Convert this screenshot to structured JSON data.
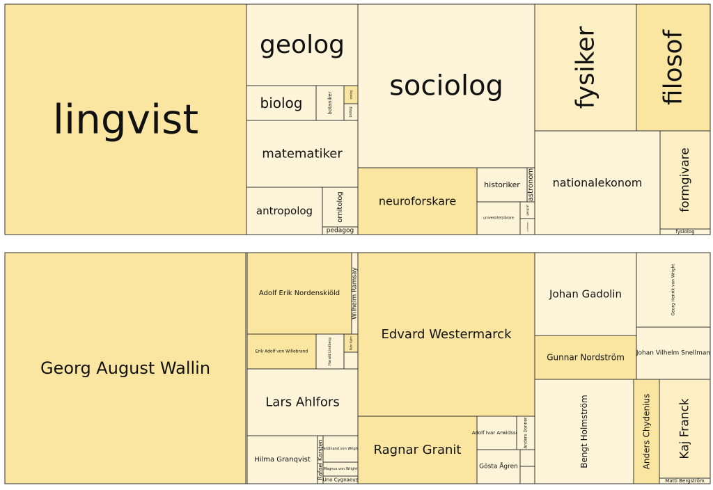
{
  "chart_data": [
    {
      "type": "treemap",
      "colors": {
        "dark": "#fae6a0",
        "mid": "#fcefc4",
        "light": "#fdf4d9",
        "border": "#333333"
      },
      "cells": [
        {
          "label": "lingvist",
          "tone": "dark"
        },
        {
          "label": "geolog",
          "tone": "light"
        },
        {
          "label": "biolog",
          "tone": "light"
        },
        {
          "label": "botaniker",
          "tone": "light"
        },
        {
          "label": "zoolog",
          "tone": "dark"
        },
        {
          "label": "biolog",
          "tone": "light"
        },
        {
          "label": "matematiker",
          "tone": "light"
        },
        {
          "label": "antropolog",
          "tone": "light"
        },
        {
          "label": "ornitolog",
          "tone": "light"
        },
        {
          "label": "pedagog",
          "tone": "light"
        },
        {
          "label": "sociolog",
          "tone": "light"
        },
        {
          "label": "neuroforskare",
          "tone": "dark"
        },
        {
          "label": "historiker",
          "tone": "light"
        },
        {
          "label": "astronom",
          "tone": "light"
        },
        {
          "label": "universitetslärare",
          "tone": "light"
        },
        {
          "label": "geograf",
          "tone": "light"
        },
        {
          "label": "professor",
          "tone": "light"
        },
        {
          "label": "fysiker",
          "tone": "mid"
        },
        {
          "label": "filosof",
          "tone": "dark"
        },
        {
          "label": "nationalekonom",
          "tone": "light"
        },
        {
          "label": "formgivare",
          "tone": "mid"
        },
        {
          "label": "fysiolog",
          "tone": "light"
        }
      ]
    },
    {
      "type": "treemap",
      "colors": {
        "dark": "#fae6a0",
        "mid": "#fcefc4",
        "light": "#fdf4d9",
        "border": "#333333"
      },
      "cells": [
        {
          "label": "Georg August Wallin",
          "tone": "dark"
        },
        {
          "label": "",
          "tone": "light"
        },
        {
          "label": "Adolf Erik Nordenskiöld",
          "tone": "dark"
        },
        {
          "label": "Wilhelm Ramsay",
          "tone": "light"
        },
        {
          "label": "Erik Adolf von Willebrand",
          "tone": "dark"
        },
        {
          "label": "Harald Lindberg",
          "tone": "light"
        },
        {
          "label": "Pehr Kalm",
          "tone": "dark"
        },
        {
          "label": "",
          "tone": "light"
        },
        {
          "label": "Lars Ahlfors",
          "tone": "light"
        },
        {
          "label": "Hilma Granqvist",
          "tone": "light"
        },
        {
          "label": "Rafael Karsten",
          "tone": "light"
        },
        {
          "label": "Ferdinand von Wright",
          "tone": "light"
        },
        {
          "label": "Magnus von Wright",
          "tone": "light"
        },
        {
          "label": "Uno Cygnaeus",
          "tone": "light"
        },
        {
          "label": "Edvard Westermarck",
          "tone": "dark"
        },
        {
          "label": "Ragnar Granit",
          "tone": "dark"
        },
        {
          "label": "Adolf Ivar Arwidsson",
          "tone": "light"
        },
        {
          "label": "Anders Donner",
          "tone": "light"
        },
        {
          "label": "Gösta Ågren",
          "tone": "light"
        },
        {
          "label": "",
          "tone": "light"
        },
        {
          "label": "",
          "tone": "light"
        },
        {
          "label": "Johan Gadolin",
          "tone": "light"
        },
        {
          "label": "Georg Henrik von Wright",
          "tone": "light"
        },
        {
          "label": "Gunnar Nordström",
          "tone": "dark"
        },
        {
          "label": "Johan Vilhelm Snellman",
          "tone": "light"
        },
        {
          "label": "Bengt Holmström",
          "tone": "light"
        },
        {
          "label": "Anders Chydenius",
          "tone": "dark"
        },
        {
          "label": "Kaj Franck",
          "tone": "mid"
        },
        {
          "label": "Matti Bergström",
          "tone": "light"
        }
      ]
    }
  ]
}
